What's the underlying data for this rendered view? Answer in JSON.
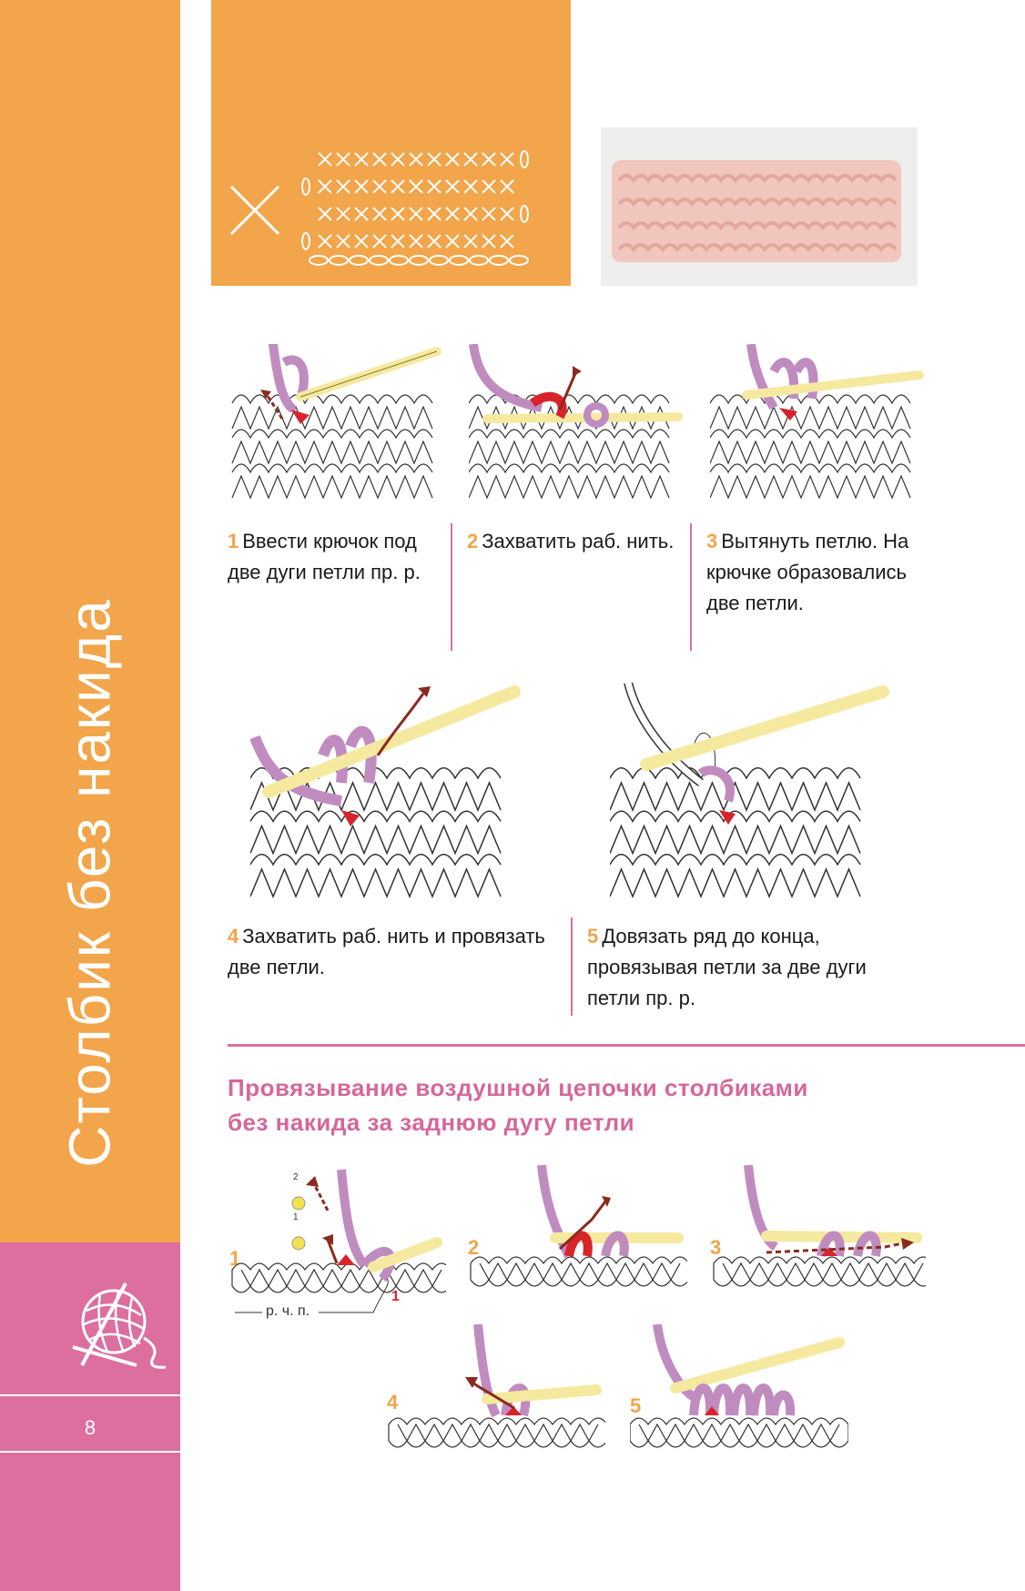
{
  "page": {
    "vertical_title": "Столбик без накида",
    "page_number": "8"
  },
  "steps": [
    {
      "num": "1",
      "text": "Ввести крючок под две дуги петли пр. р."
    },
    {
      "num": "2",
      "text": "Захватить раб. нить."
    },
    {
      "num": "3",
      "text": "Вытянуть петлю. На крючке образовались две петли."
    },
    {
      "num": "4",
      "text": "Захватить раб. нить и провязать две петли."
    },
    {
      "num": "5",
      "text": "Довязать ряд до конца, провязывая петли за две дуги петли пр. р."
    }
  ],
  "section": {
    "title_line1": "Провязывание воздушной цепочки столбиками",
    "title_line2": "без накида за заднюю дугу петли"
  },
  "chain_steps": [
    "1",
    "2",
    "3",
    "4",
    "5"
  ],
  "chain_labels": {
    "marker_1": "1",
    "marker_2": "2",
    "red_1": "1",
    "rchp": "р. ч. п."
  },
  "colors": {
    "orange": "#f2a54a",
    "pink": "#dc6fa0",
    "hook": "#f5e9a0",
    "yarn": "#c08cc0",
    "red": "#d8232a"
  },
  "icons": [
    "yarn-ball-icon",
    "x-symbol-icon",
    "chain-symbol-icon"
  ]
}
